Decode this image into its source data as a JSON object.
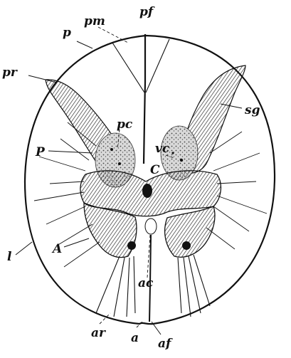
{
  "figure": {
    "labels": {
      "p": "p",
      "pm": "pm",
      "pf": "pf",
      "pr": "pr",
      "sg": "sg",
      "pc": "pc",
      "vc": "vc",
      "P": "P",
      "C": "C",
      "l": "l",
      "A": "A",
      "ac": "ac",
      "ar": "ar",
      "a": "a",
      "af": "af"
    }
  }
}
